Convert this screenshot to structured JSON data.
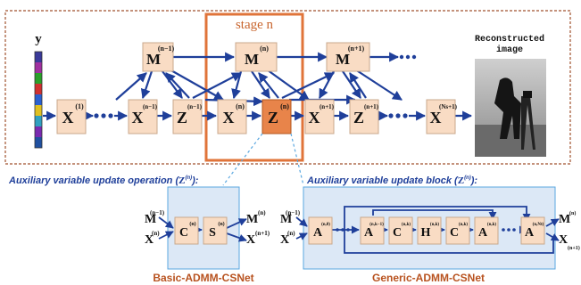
{
  "top": {
    "y_label": "y",
    "stage_label": "stage n",
    "reconstructed_label_line1": "Reconstructed",
    "reconstructed_label_line2": "image",
    "m_nodes": [
      {
        "base": "M",
        "sup": "(n−1)"
      },
      {
        "base": "M",
        "sup": "(n)"
      },
      {
        "base": "M",
        "sup": "(n+1)"
      }
    ],
    "row_nodes": [
      {
        "base": "X",
        "sup": "(1)"
      },
      {
        "base": "X",
        "sup": "(n−1)"
      },
      {
        "base": "Z",
        "sup": "(n−1)"
      },
      {
        "base": "X",
        "sup": "(n)"
      },
      {
        "base": "Z",
        "sup": "(n)"
      },
      {
        "base": "X",
        "sup": "(n+1)"
      },
      {
        "base": "Z",
        "sup": "(n+1)"
      },
      {
        "base": "X",
        "sup": "(Ns+1)"
      }
    ]
  },
  "basic": {
    "heading": "Auxiliary variable update operation (Z(n)):",
    "name": "Basic-ADMM-CSNet",
    "inputs": [
      {
        "base": "M",
        "sup": "(n−1)"
      },
      {
        "base": "X",
        "sup": "(n)"
      }
    ],
    "blocks": [
      {
        "base": "C",
        "sup": "(n)"
      },
      {
        "base": "S",
        "sup": "(n)"
      }
    ],
    "outputs": [
      {
        "base": "M",
        "sup": "(n)"
      },
      {
        "base": "X",
        "sup": "(n+1)"
      }
    ]
  },
  "generic": {
    "heading": "Auxiliary variable update block (Z(n)):",
    "name": "Generic-ADMM-CSNet",
    "inputs": [
      {
        "base": "M",
        "sup": "(n−1)"
      },
      {
        "base": "X",
        "sup": "(n)"
      }
    ],
    "blocks": [
      {
        "base": "A",
        "sup": "(n,0)"
      },
      {
        "base": "A",
        "sup": "(n,k−1)"
      },
      {
        "base": "C",
        "sup": "(n,k)"
      },
      {
        "base": "H",
        "sup": "(n,k)"
      },
      {
        "base": "C",
        "sup": "(n,k)"
      },
      {
        "base": "A",
        "sup": "(n,k)"
      },
      {
        "base": "A",
        "sup": "(n,Nt)"
      }
    ],
    "outputs": [
      {
        "base": "M",
        "sup": "(n)"
      },
      {
        "base": "X",
        "sup": "(n+1)"
      }
    ]
  },
  "colors": {
    "node_fill": "#f9dcc4",
    "node_stroke": "#c9a88c",
    "highlight_fill": "#e8844a",
    "arrow": "#1f3f9a",
    "stage_box": "#e0743a",
    "outer_dash": "#a0522d",
    "panel_fill": "#dce8f6",
    "panel_stroke": "#5aa7e0"
  }
}
